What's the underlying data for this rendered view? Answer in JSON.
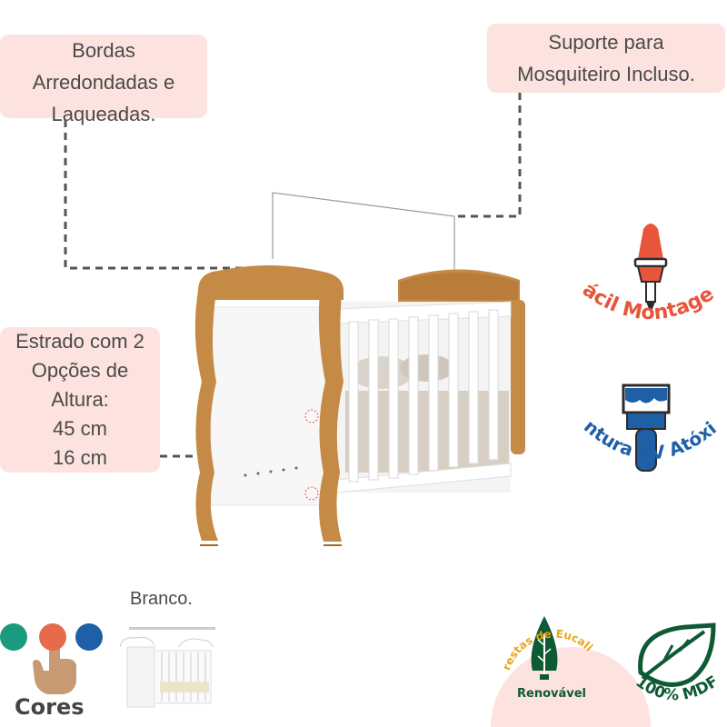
{
  "callouts": {
    "bordas": [
      "Bordas",
      "Arredondadas e",
      "Laqueadas."
    ],
    "suporte": [
      "Suporte para",
      "Mosquiteiro Incluso."
    ],
    "estrado": [
      "Estrado com 2",
      "Opções de",
      "Altura:",
      "45 cm",
      "16 cm"
    ]
  },
  "badges": {
    "montagem": "Fácil Montagem",
    "pintura": "Pintura UV Atóxica",
    "florestas": "Florestas de Eucalipto",
    "renovavel": "Renovável",
    "mdf": "100% MDF"
  },
  "variant": {
    "label": "Branco."
  },
  "colors": {
    "label": "Cores",
    "swatches": [
      "#1a9a7e",
      "#e86a4c",
      "#1e5fa6"
    ],
    "accent_orange": "#e8553a",
    "accent_blue": "#1e5fa6",
    "accent_green": "#0d5a34",
    "wood": "#c58a45"
  },
  "icons": {
    "montagem": "screwdriver-icon",
    "pintura": "paintbrush-icon",
    "eco": "tree-icon",
    "mdf": "leaf-icon",
    "cores": "hand-pointer-icon"
  }
}
